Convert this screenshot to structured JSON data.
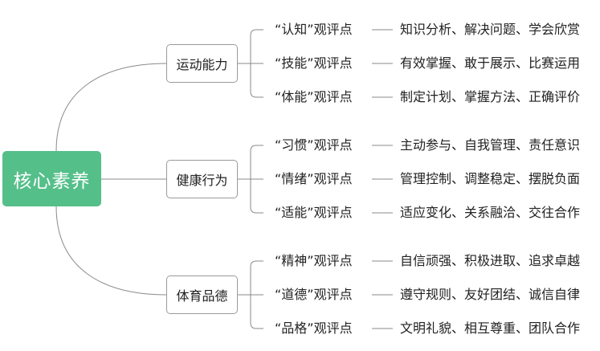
{
  "root": {
    "label": "核心素养"
  },
  "categories": [
    {
      "label": "运动能力",
      "items": [
        {
          "label": "“认知”观评点",
          "desc": "知识分析、解决问题、学会欣赏"
        },
        {
          "label": "“技能”观评点",
          "desc": "有效掌握、敢于展示、比赛运用"
        },
        {
          "label": "“体能”观评点",
          "desc": "制定计划、掌握方法、正确评价"
        }
      ]
    },
    {
      "label": "健康行为",
      "items": [
        {
          "label": "“习惯”观评点",
          "desc": "主动参与、自我管理、责任意识"
        },
        {
          "label": "“情绪”观评点",
          "desc": "管理控制、调整稳定、摆脱负面"
        },
        {
          "label": "“适能”观评点",
          "desc": "适应变化、关系融洽、交往合作"
        }
      ]
    },
    {
      "label": "体育品德",
      "items": [
        {
          "label": "“精神”观评点",
          "desc": "自信顽强、积极进取、追求卓越"
        },
        {
          "label": "“道德”观评点",
          "desc": "遵守规则、友好团结、诚信自律"
        },
        {
          "label": "“品格”观评点",
          "desc": "文明礼貌、相互尊重、团队合作"
        }
      ]
    }
  ],
  "colors": {
    "root_fill": "#55bf8a",
    "line": "#8a8a8a"
  }
}
